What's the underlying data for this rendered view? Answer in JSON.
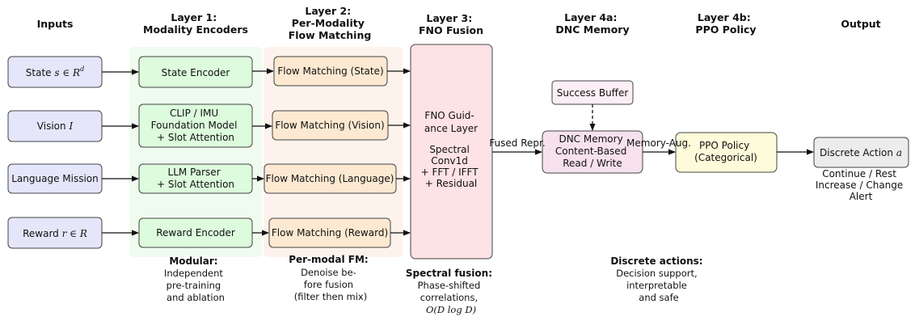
{
  "headers": {
    "inputs": [
      "Inputs"
    ],
    "layer1": [
      "Layer 1:",
      "Modality Encoders"
    ],
    "layer2": [
      "Layer 2:",
      "Per-Modality",
      "Flow Matching"
    ],
    "layer3": [
      "Layer 3:",
      "FNO Fusion"
    ],
    "layer4a": [
      "Layer 4a:",
      "DNC Memory"
    ],
    "layer4b": [
      "Layer 4b:",
      "PPO Policy"
    ],
    "output": [
      "Output"
    ]
  },
  "inputs": {
    "state": {
      "text": "State ",
      "math": "s ∈ R",
      "sup": "d"
    },
    "vision": {
      "text": "Vision ",
      "math": "I"
    },
    "language": {
      "text": "Language Mission"
    },
    "reward": {
      "text": "Reward ",
      "math": "r ∈ R"
    }
  },
  "encoders": {
    "state": [
      "State Encoder"
    ],
    "vision": [
      "CLIP / IMU",
      "Foundation Model",
      "+ Slot Attention"
    ],
    "language": [
      "LLM Parser",
      "+ Slot Attention"
    ],
    "reward": [
      "Reward Encoder"
    ]
  },
  "flow": {
    "state": [
      "Flow Matching (State)"
    ],
    "vision": [
      "Flow Matching (Vision)"
    ],
    "language": [
      "Flow Matching (Language)"
    ],
    "reward": [
      "Flow Matching (Reward)"
    ]
  },
  "fno": {
    "top": [
      "FNO Guid-",
      "ance Layer"
    ],
    "bottom": [
      "Spectral",
      "Conv1d",
      "+ FFT / IFFT",
      "+ Residual"
    ]
  },
  "edge_labels": {
    "fused": "Fused Repr.",
    "memory_aug": "Memory-Aug."
  },
  "success_buffer": [
    "Success Buffer"
  ],
  "dnc": [
    "DNC Memory",
    "Content-Based",
    "Read / Write"
  ],
  "ppo": [
    "PPO Policy",
    "(Categorical)"
  ],
  "output": {
    "box": {
      "text": "Discrete Action ",
      "math": "a"
    },
    "caption": [
      "Continue / Rest",
      "Increase / Change",
      "Alert"
    ]
  },
  "notes": {
    "modular": {
      "title": "Modular:",
      "lines": [
        "Independent",
        "pre-training",
        "and ablation"
      ]
    },
    "permodal": {
      "title": "Per-modal FM:",
      "lines": [
        "Denoise be-",
        "fore fusion",
        "(filter then mix)"
      ]
    },
    "spectral": {
      "title": "Spectral fusion:",
      "lines": [
        "Phase-shifted",
        "correlations,"
      ],
      "math": "O(D log D)"
    },
    "discrete": {
      "title": "Discrete actions:",
      "lines": [
        "Decision support,",
        "interpretable",
        "and safe"
      ]
    }
  },
  "colors": {
    "input_fill": "#e6e6fb",
    "encoder_fill": "#ddfbdd",
    "encoder_band": "#f0fbef",
    "flow_fill": "#fde9d2",
    "flow_band": "#fdf3ec",
    "fno_fill": "#fde2e6",
    "dnc_fill": "#f6e1ec",
    "buffer_fill": "#fbeef4",
    "ppo_fill": "#fdfbd9",
    "output_fill": "#ececec"
  }
}
